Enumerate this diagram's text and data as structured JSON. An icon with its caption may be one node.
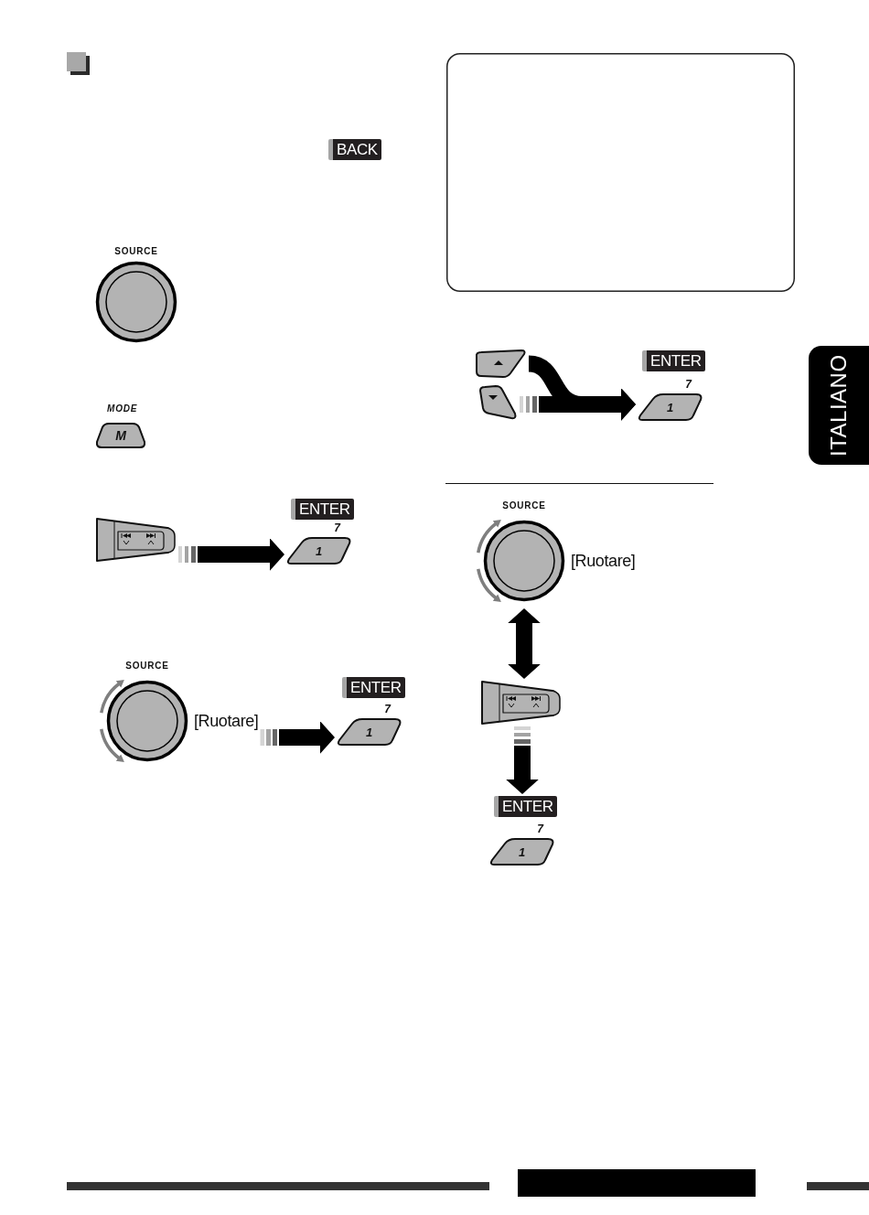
{
  "diagram": {
    "nodes": [
      {
        "text": [
          "BACK"
        ]
      },
      {
        "text": [
          "SOURCE"
        ]
      },
      {
        "text": [
          "MODE",
          "M"
        ]
      },
      {
        "text": [],
        "shape": "picture"
      },
      {
        "text": [
          "ENTER"
        ]
      },
      {
        "text": [
          "7",
          "1"
        ]
      },
      {
        "text": [
          "SOURCE"
        ],
        "beside": [
          "[Ruotare]"
        ]
      },
      {
        "text": [
          "ENTER"
        ]
      },
      {
        "text": [
          "7",
          "1"
        ]
      },
      {
        "text": [],
        "shape": "box"
      },
      {
        "text": [],
        "shape": "picture"
      },
      {
        "text": [],
        "shape": "picture"
      },
      {
        "text": [
          "ENTER"
        ]
      },
      {
        "text": [
          "7",
          "1"
        ]
      },
      {
        "text": [
          "SOURCE"
        ],
        "beside": [
          "[Ruotare]"
        ]
      },
      {
        "text": [],
        "shape": "picture"
      },
      {
        "text": [
          "ENTER"
        ]
      },
      {
        "text": [
          "7",
          "1"
        ]
      },
      {
        "text": [
          "ITALIANO"
        ]
      }
    ],
    "edges": [
      {
        "from": 3,
        "to": 5,
        "arrow": "to"
      },
      {
        "from": 6,
        "to": 8,
        "arrow": "to"
      },
      {
        "from": 10,
        "to": 13,
        "arrow": "to"
      },
      {
        "from": 11,
        "to": 13,
        "arrow": "to"
      },
      {
        "from": 14,
        "to": 15,
        "arrow": "both"
      },
      {
        "from": 15,
        "to": 16,
        "arrow": "to"
      }
    ]
  }
}
